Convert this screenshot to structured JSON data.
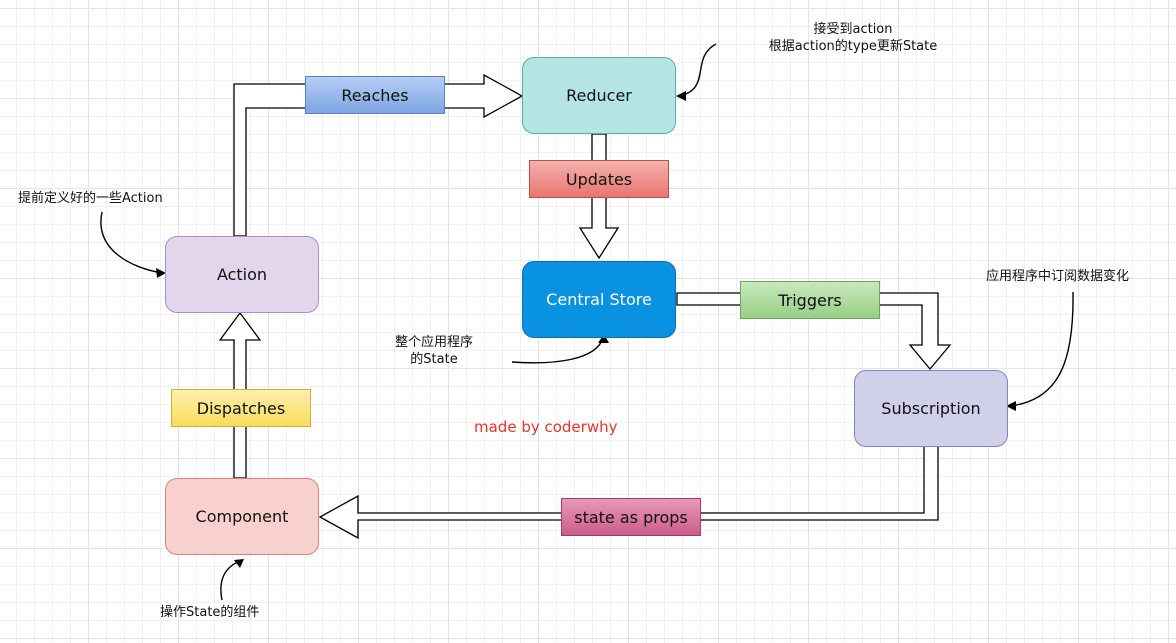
{
  "nodes": {
    "reducer": "Reducer",
    "central_store": "Central Store",
    "action": "Action",
    "subscription": "Subscription",
    "component": "Component"
  },
  "edge_labels": {
    "reaches": "Reaches",
    "updates": "Updates",
    "triggers": "Triggers",
    "dispatches": "Dispatches",
    "state_as_props": "state as props"
  },
  "notes": {
    "reducer_line1": "接受到action",
    "reducer_line2": "根据action的type更新State",
    "action_note": "提前定义好的一些Action",
    "store_line1": "整个应用程序",
    "store_line2": "的State",
    "subscription_note": "应用程序中订阅数据变化",
    "component_note": "操作State的组件"
  },
  "watermark": "made by coderwhy",
  "colors": {
    "reducer_fill": "#b4e4e4",
    "central_store_fill": "#0a92e2",
    "action_fill": "#e2d6ec",
    "subscription_fill": "#d1d0ea",
    "component_fill": "#f8d0cd",
    "reaches_fill": "#8fb3e8",
    "updates_fill": "#ee8a86",
    "triggers_fill": "#a9d89a",
    "dispatches_fill": "#fbe47d",
    "state_as_props_fill": "#d9739a",
    "watermark_color": "#e5342b"
  }
}
